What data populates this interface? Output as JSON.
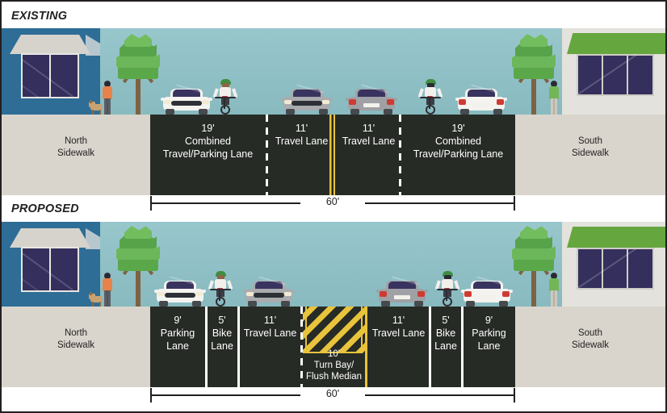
{
  "diagram": {
    "title_existing": "EXISTING",
    "title_proposed": "PROPOSED",
    "total_width_label": "60'"
  },
  "existing": {
    "sidewalk_north": {
      "line1": "North",
      "line2": "Sidewalk"
    },
    "sidewalk_south": {
      "line1": "South",
      "line2": "Sidewalk"
    },
    "lanes": [
      {
        "width": "19'",
        "line1": "Combined",
        "line2": "Travel/Parking Lane"
      },
      {
        "width": "11'",
        "line1": "Travel Lane",
        "line2": ""
      },
      {
        "width": "11'",
        "line1": "Travel Lane",
        "line2": ""
      },
      {
        "width": "19'",
        "line1": "Combined",
        "line2": "Travel/Parking Lane"
      }
    ],
    "total_width": "60'"
  },
  "proposed": {
    "sidewalk_north": {
      "line1": "North",
      "line2": "Sidewalk"
    },
    "sidewalk_south": {
      "line1": "South",
      "line2": "Sidewalk"
    },
    "lanes": [
      {
        "width": "9'",
        "line1": "Parking",
        "line2": "Lane"
      },
      {
        "width": "5'",
        "line1": "Bike",
        "line2": "Lane"
      },
      {
        "width": "11'",
        "line1": "Travel Lane",
        "line2": ""
      },
      {
        "width": "11'",
        "line1": "Travel Lane",
        "line2": ""
      },
      {
        "width": "5'",
        "line1": "Bike",
        "line2": "Lane"
      },
      {
        "width": "9'",
        "line1": "Parking",
        "line2": "Lane"
      }
    ],
    "median": {
      "width": "10'",
      "line1": "Turn Bay/",
      "line2": "Flush Median"
    },
    "total_width": "60'"
  },
  "colors": {
    "pavement": "#272b26",
    "sidewalk": "#d9d5cd",
    "sky": "#8cc0c6",
    "lane_marking_white": "#ffffff",
    "lane_marking_yellow": "#e8c33c",
    "building_left": "#2e6d96",
    "building_right_awning": "#66a63f",
    "window": "#342f5c",
    "text_dark": "#231f20"
  }
}
